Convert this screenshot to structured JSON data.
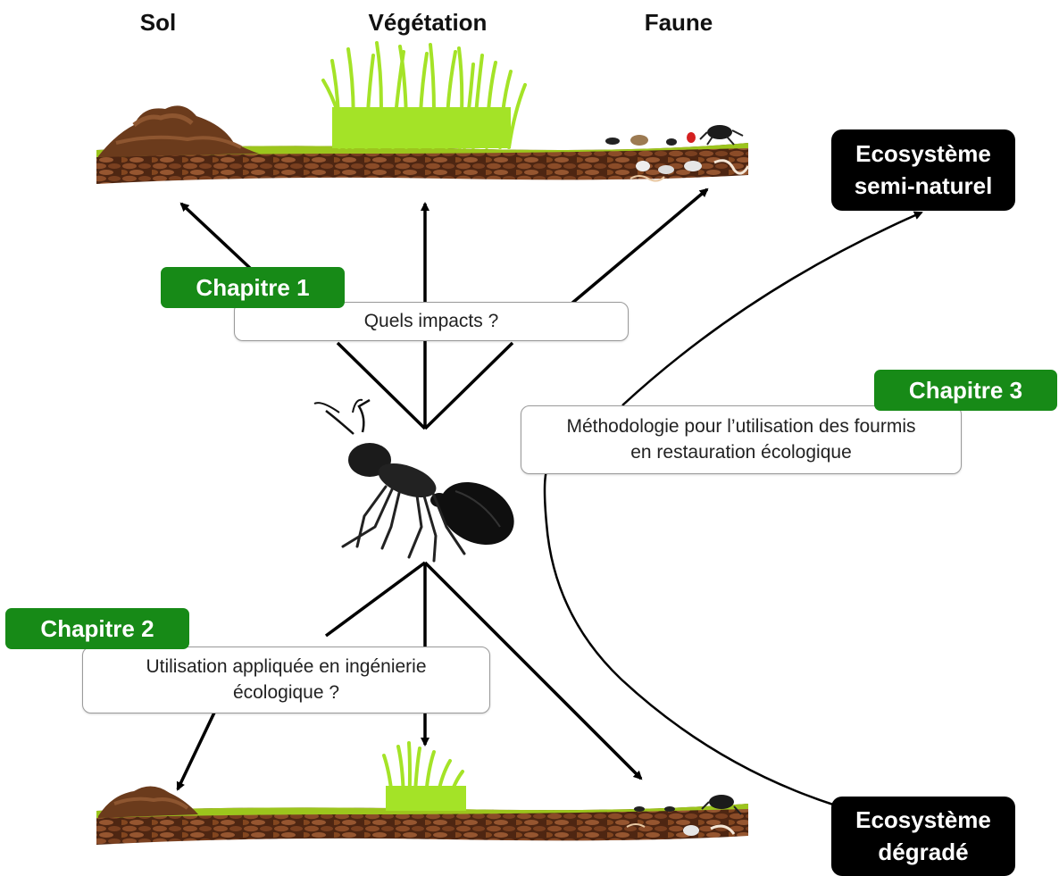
{
  "headers": {
    "sol": "Sol",
    "vegetation": "Végétation",
    "faune": "Faune"
  },
  "chapters": {
    "c1": "Chapitre 1",
    "c2": "Chapitre 2",
    "c3": "Chapitre 3"
  },
  "questions": {
    "q1": "Quels impacts ?",
    "q2_line1": "Utilisation appliquée en ingénierie",
    "q2_line2": "écologique ?",
    "q3_line1": "Méthodologie pour l’utilisation des fourmis",
    "q3_line2": "en restauration écologique"
  },
  "ecosystems": {
    "semi_line1": "Ecosystème",
    "semi_line2": "semi-naturel",
    "degrade_line1": "Ecosystème",
    "degrade_line2": "dégradé"
  },
  "colors": {
    "chapter_green": "#178a17",
    "grass": "#a4e327",
    "soil": "#7b4524",
    "black_box": "#000000"
  },
  "icons": [
    "ant-icon",
    "grass-tuft-icon",
    "soil-mound-icon",
    "soil-fauna-icon"
  ]
}
